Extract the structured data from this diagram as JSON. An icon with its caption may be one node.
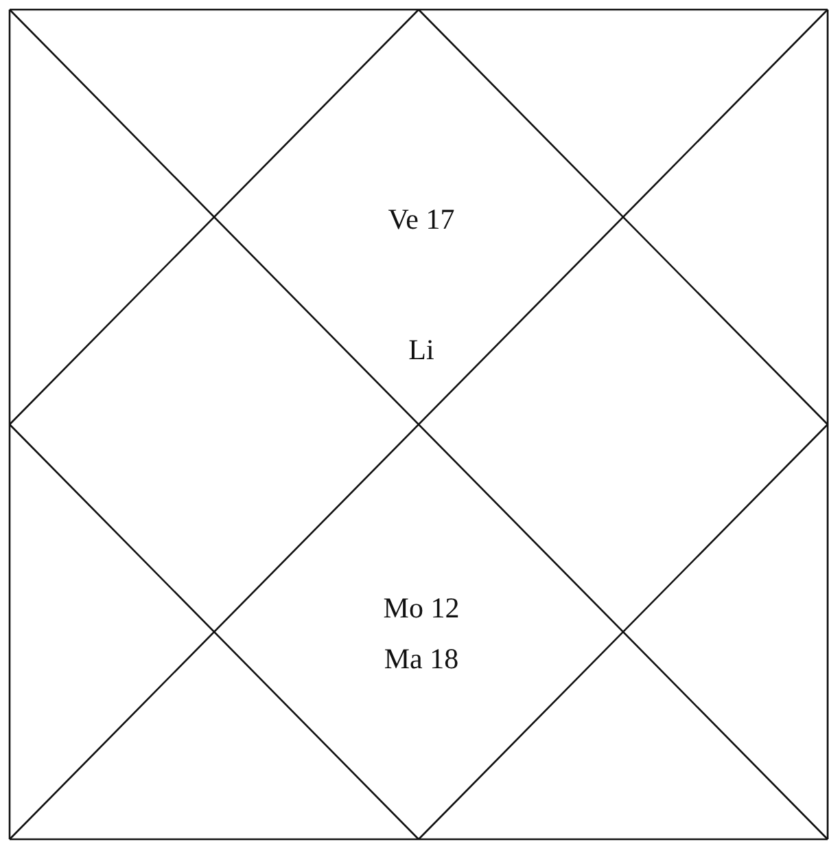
{
  "diagram": {
    "labels": [
      "Ve 17",
      "Li",
      "Mo 12",
      "Ma 18"
    ]
  }
}
